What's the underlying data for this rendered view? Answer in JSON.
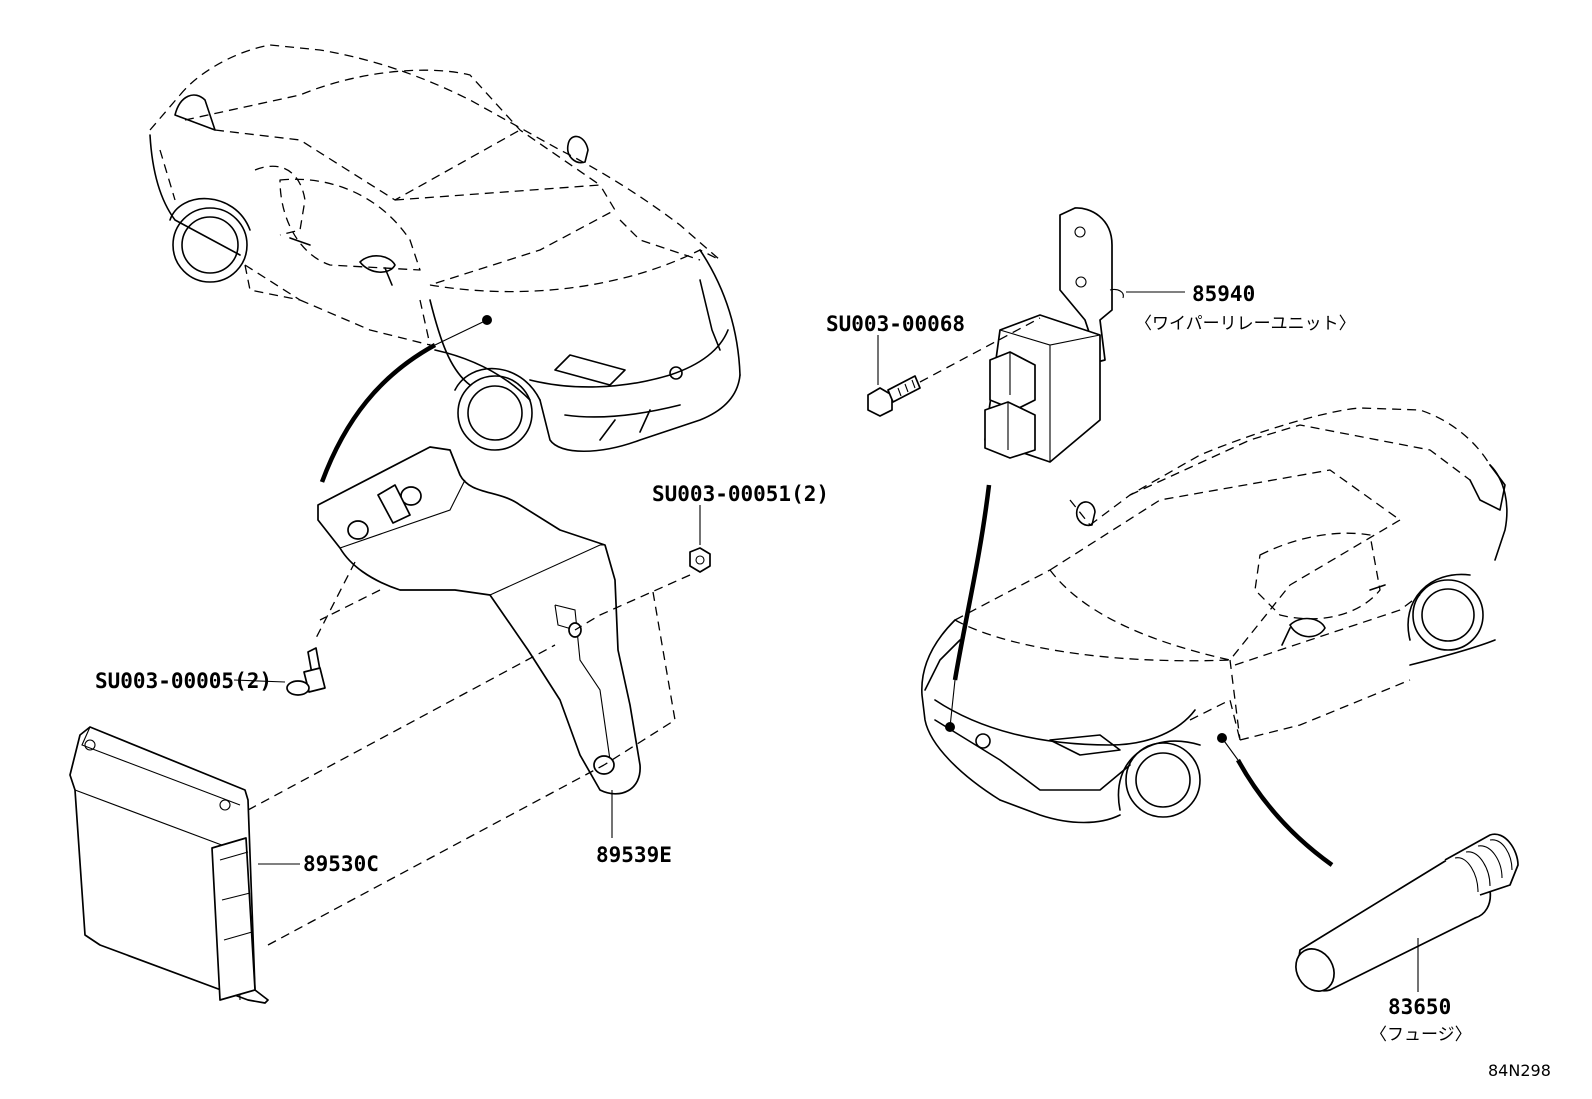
{
  "labels": {
    "p85940": "85940",
    "p85940_desc": "〈ワイパーリレーユニット〉",
    "su00068": "SU003-00068",
    "su00051": "SU003-00051(2)",
    "su00005": "SU003-00005(2)",
    "p89530c": "89530C",
    "p89539e": "89539E",
    "p83650": "83650",
    "p83650_desc": "〈フュージ〉",
    "ref": "84N298"
  }
}
